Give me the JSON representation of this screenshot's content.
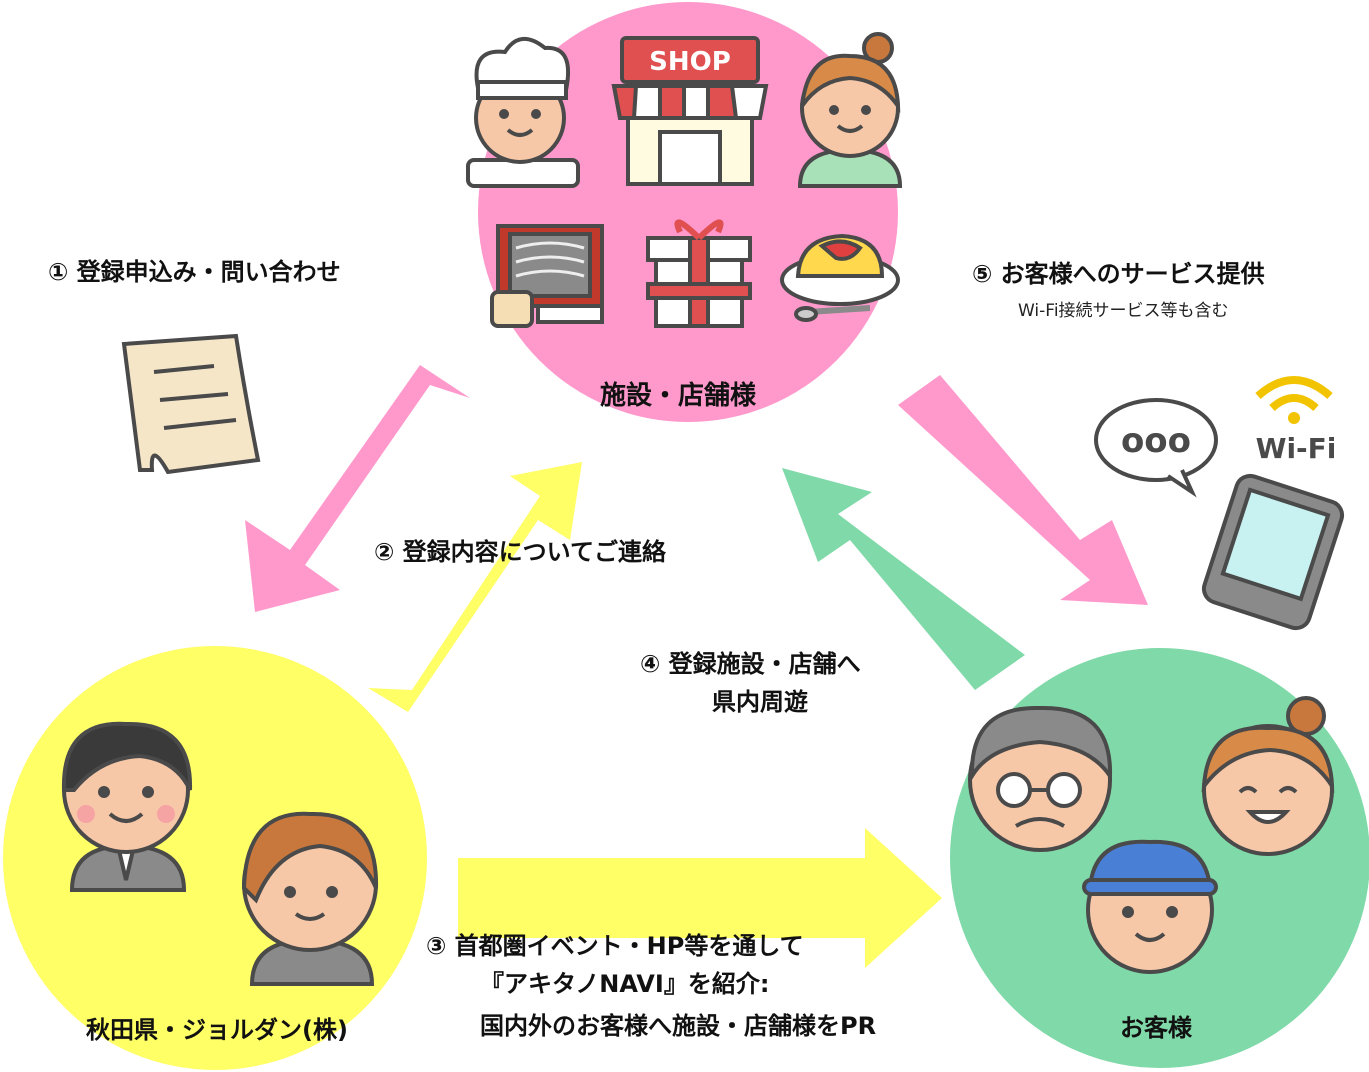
{
  "nodes": {
    "shop": {
      "label": "施設・店舗様",
      "color": "#ff99cc"
    },
    "akita": {
      "label": "秋田県・ジョルダン(株)",
      "color": "#ffff66"
    },
    "customer": {
      "label": "お客様",
      "color": "#80d9a8"
    }
  },
  "steps": {
    "s1": "① 登録申込み・問い合わせ",
    "s2": "② 登録内容についてご連絡",
    "s3_l1": "③  首都圏イベント・HP等を通して",
    "s3_l2": "『アキタノNAVI』を紹介:",
    "s3_l3": "国内外のお客様へ施設・店舗様をPR",
    "s4_l1": "④ 登録施設・店舗へ",
    "s4_l2": "県内周遊",
    "s5": "⑤ お客様へのサービス提供",
    "s5_sub": "Wi-Fi接続サービス等も含む"
  },
  "illustrations": {
    "shop_sign": "SHOP",
    "chat_dots": "ooo",
    "wifi_text": "Wi-Fi"
  },
  "colors": {
    "arrow_pink": "#ff99cc",
    "arrow_yellow": "#ffff66",
    "arrow_green": "#80d9a8",
    "outline": "#4a4a4a"
  }
}
